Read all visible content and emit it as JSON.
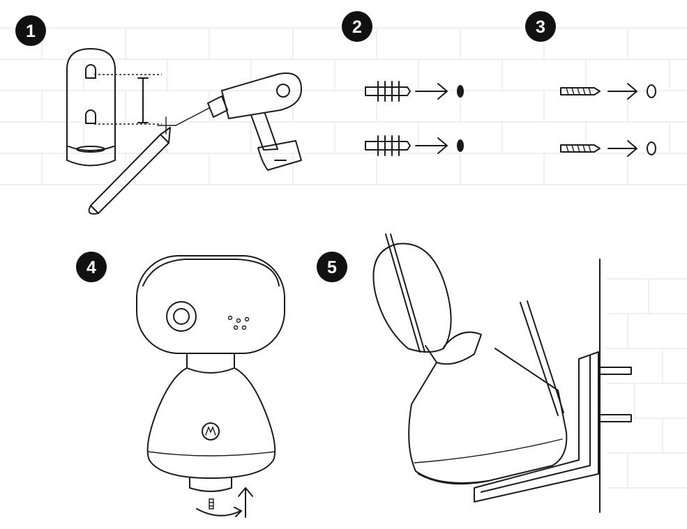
{
  "steps": [
    {
      "number": "1",
      "icon": "drill-marking-icon"
    },
    {
      "number": "2",
      "icon": "wall-anchor-icon"
    },
    {
      "number": "3",
      "icon": "screw-icon"
    },
    {
      "number": "4",
      "icon": "camera-front-icon"
    },
    {
      "number": "5",
      "icon": "camera-wall-mounted-icon"
    }
  ],
  "colors": {
    "line": "#1a1a1a",
    "badge": "#111111",
    "background": "#ffffff",
    "brick": "#ececec"
  }
}
